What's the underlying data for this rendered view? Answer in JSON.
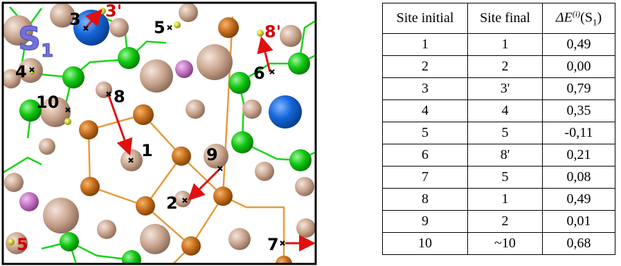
{
  "figure": {
    "surface_label": "S",
    "surface_label_sub": "1",
    "site_labels": [
      "3",
      "3'",
      "5",
      "8'",
      "4",
      "6",
      "10",
      "8",
      "1",
      "9",
      "2",
      "5",
      "7"
    ],
    "colors": {
      "cation_green": "#12c812",
      "anion_tan": "#c9a48e",
      "orange_atom": "#c8701e",
      "blue_atom": "#1565d8",
      "magenta_atom": "#c070c0",
      "arrow_red": "#e01010",
      "label_red": "#d40000",
      "label_blue": "#7070e0",
      "green_bond": "#19d419",
      "orange_bond": "#e89a3a"
    }
  },
  "table": {
    "headers": [
      "Site initial",
      "Site final",
      "ΔE(i)(S1)"
    ],
    "header_energy": {
      "delta": "ΔE",
      "sup": "(i)",
      "open": "(S",
      "sub": "1",
      "close": ")"
    },
    "rows": [
      [
        "1",
        "1",
        "0,49"
      ],
      [
        "2",
        "2",
        "0,00"
      ],
      [
        "3",
        "3'",
        "0,79"
      ],
      [
        "4",
        "4",
        "0,35"
      ],
      [
        "5",
        "5",
        "-0,11"
      ],
      [
        "6",
        "8'",
        "0,21"
      ],
      [
        "7",
        "5",
        "0,08"
      ],
      [
        "8",
        "1",
        "0,49"
      ],
      [
        "9",
        "2",
        "0,01"
      ],
      [
        "10",
        "~10",
        "0,68"
      ]
    ]
  }
}
